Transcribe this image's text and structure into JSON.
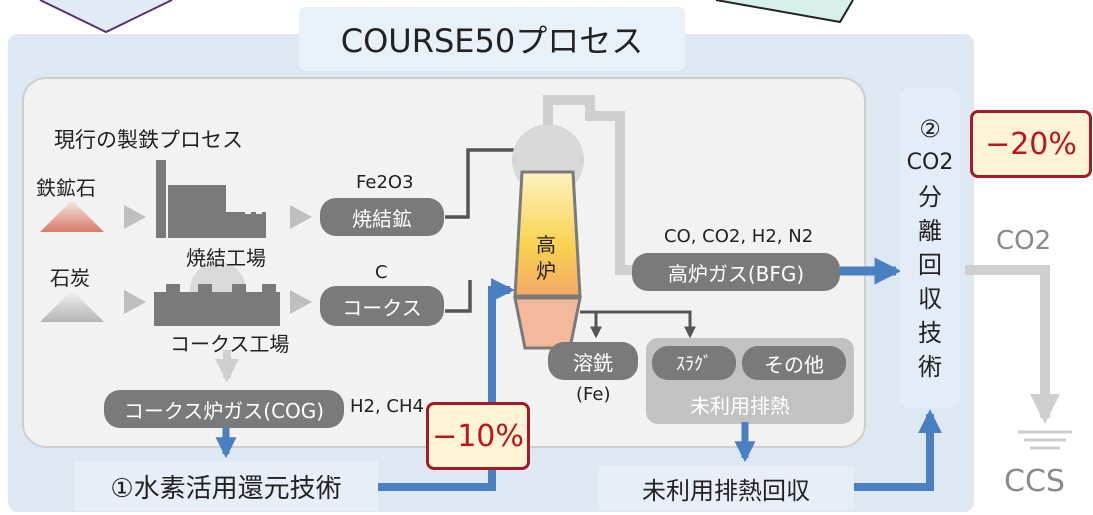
{
  "title": "COURSE50プロセス",
  "current_process": "現行の製鉄プロセス",
  "materials": {
    "iron_ore": "鉄鉱石",
    "coal": "石炭"
  },
  "plants": {
    "sinter_plant": "焼結工場",
    "coke_plant": "コークス工場"
  },
  "products": {
    "sinter": "焼結鉱",
    "sinter_formula": "Fe2O3",
    "coke": "コークス",
    "coke_formula": "C"
  },
  "blast_furnace": "高\n炉",
  "bfg": {
    "label": "高炉ガス(BFG)",
    "formula": "CO, CO2, H2, N2"
  },
  "cog": {
    "label": "コークス炉ガス(COG)",
    "formula": "H2, CH4"
  },
  "hot_metal": {
    "label": "溶銑",
    "sub": "(Fe)"
  },
  "slag": "ｽﾗｸﾞ",
  "other": "その他",
  "unused_heat": "未利用排熱",
  "tech1": "①水素活用還元技術",
  "tech2_number": "②",
  "tech2_formula": "CO2",
  "tech2_text": "分\n離\n回\n収\n技\n術",
  "heat_recovery": "未利用排熱回収",
  "reduction_a": "−10%",
  "reduction_b": "−20%",
  "co2_out": "CO2",
  "ccs": "CCS",
  "colors": {
    "blue_arrow": "#4a7fc1",
    "dark_arrow": "#555555",
    "pill": "#7a7a7a",
    "pct_border": "#a31b26",
    "pct_text": "#c0121f",
    "pct_fill": "#fff5d6"
  }
}
